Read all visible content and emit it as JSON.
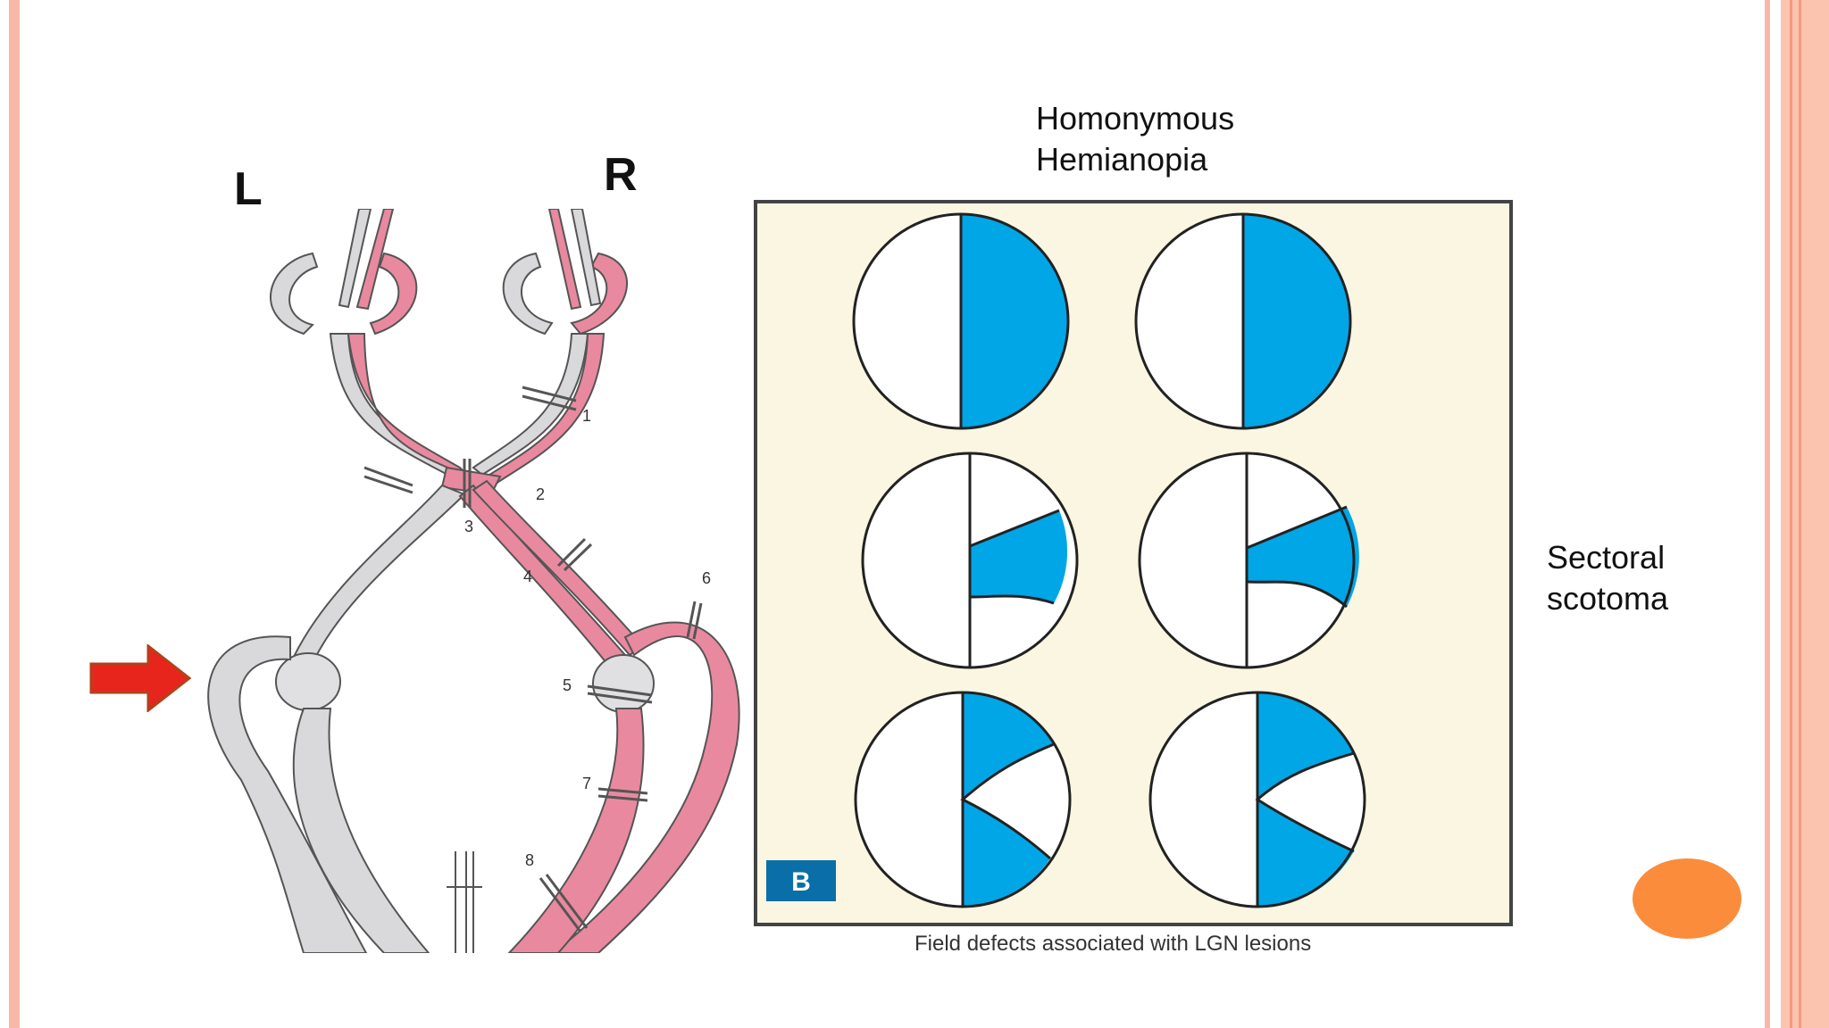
{
  "labels": {
    "left": "L",
    "right": "R",
    "homonymous_line1": "Homonymous",
    "homonymous_line2": "Hemianopia",
    "sectoral_line1": "Sectoral",
    "sectoral_line2": "scotoma",
    "figure_caption": "Field defects associated with LGN lesions",
    "panel_badge": "B"
  },
  "lesion_numbers": [
    "1",
    "2",
    "3",
    "4",
    "5",
    "6",
    "7",
    "8"
  ],
  "colors": {
    "field_defect": "#00a6e6",
    "pathway_pink": "#e9899f",
    "pathway_gray": "#d9d9dc",
    "panel_bg": "#fbf6e2",
    "badge_bg": "#0a6fa8",
    "arrow_red": "#e8251c",
    "accent_orange": "#fb8c3c",
    "border_salmon": "#f7b8a8"
  },
  "icons": {
    "pointer": "right-arrow-icon",
    "decoration": "orange-ellipse"
  }
}
